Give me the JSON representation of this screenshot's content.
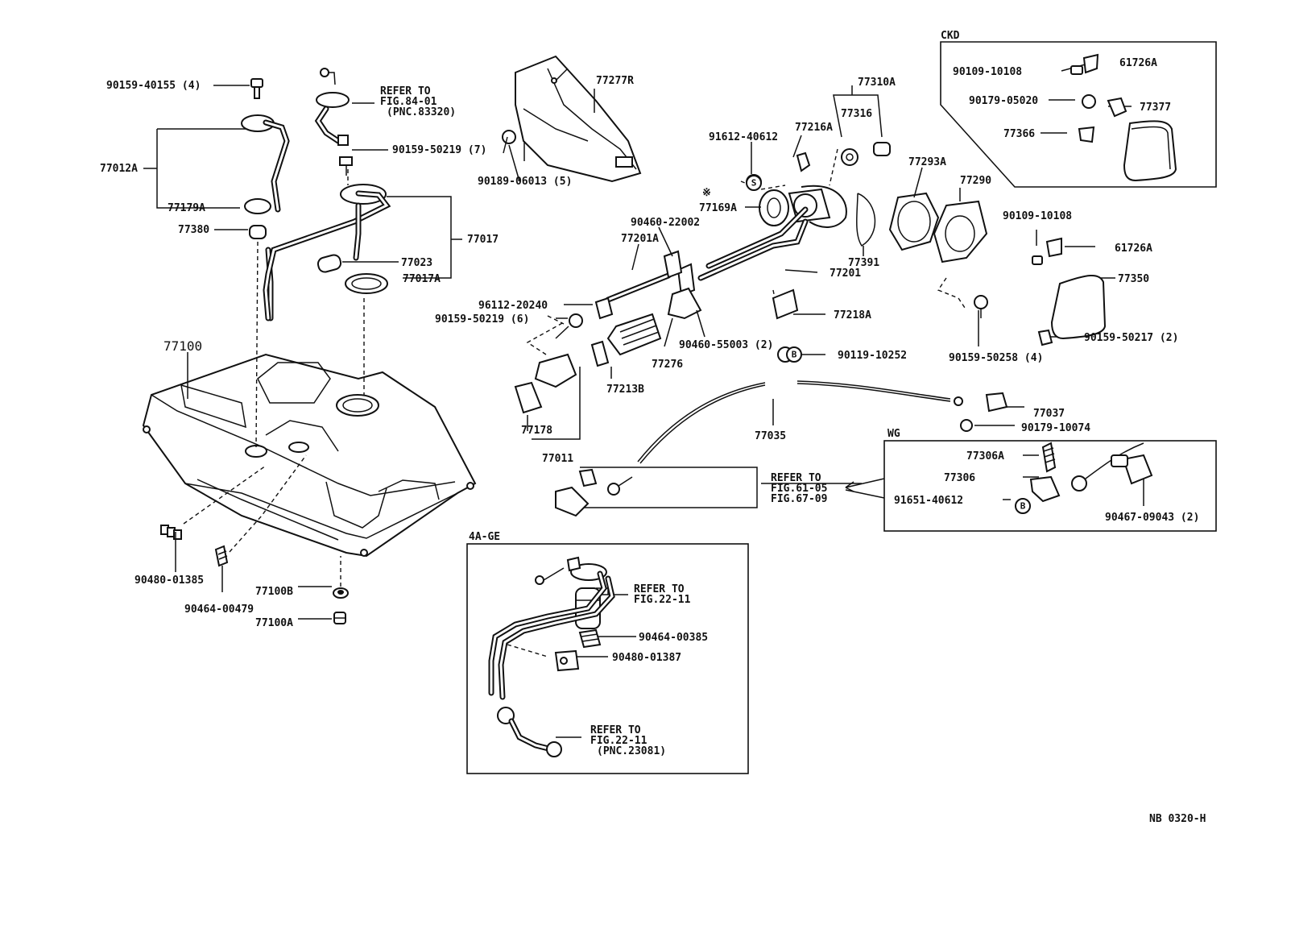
{
  "diagram_code": "NB 0320-H",
  "insets": {
    "ckd": "CKD",
    "engine": "4A-GE",
    "wg": "WG"
  },
  "symbols": {
    "s": "S",
    "b": "B",
    "note": "※"
  },
  "refs": {
    "fig_84_01": [
      "REFER TO",
      "FIG.84-01",
      "(PNC.83320)"
    ],
    "fig_22_11_a": [
      "REFER TO",
      "FIG.22-11"
    ],
    "fig_22_11_b": [
      "REFER TO",
      "FIG.22-11",
      "(PNC.23081)"
    ],
    "fig_61_05": [
      "REFER TO",
      "FIG.61-05",
      "FIG.67-09"
    ]
  },
  "labels": {
    "p90159_40155": "90159-40155 (4)",
    "p77012A": "77012A",
    "p77179A": "77179A",
    "p77380": "77380",
    "p90159_50219_7": "90159-50219 (7)",
    "p77017": "77017",
    "p77023": "77023",
    "p77017A": "77017A",
    "p77100": "77100",
    "p90480_01385": "90480-01385",
    "p90464_00479": "90464-00479",
    "p77100B": "77100B",
    "p77100A": "77100A",
    "p77277R": "77277R",
    "p90189_06013": "90189-06013 (5)",
    "p91612_40612": "91612-40612",
    "p77216A": "77216A",
    "p77310A": "77310A",
    "p77316": "77316",
    "p77169A": "77169A",
    "p90460_22002": "90460-22002",
    "p77201A": "77201A",
    "p77201": "77201",
    "p77391": "77391",
    "p77293A": "77293A",
    "p77290": "77290",
    "p96112_20240": "96112-20240",
    "p90159_50219_6": "90159-50219 (6)",
    "p90460_55003": "90460-55003 (2)",
    "p77276": "77276",
    "p77213B": "77213B",
    "p77178": "77178",
    "p77011": "77011",
    "p77218A": "77218A",
    "p90119_10252": "90119-10252",
    "p77035": "77035",
    "p77037": "77037",
    "p90179_10074": "90179-10074",
    "p90109_10108_a": "90109-10108",
    "p61726A_a": "61726A",
    "p90179_05020": "90179-05020",
    "p77377": "77377",
    "p77366": "77366",
    "p90109_10108_b": "90109-10108",
    "p61726A_b": "61726A",
    "p77350": "77350",
    "p90159_50217": "90159-50217 (2)",
    "p90159_50258": "90159-50258 (4)",
    "p77306A": "77306A",
    "p77306": "77306",
    "p91651_40612": "91651-40612",
    "p90467_09043": "90467-09043 (2)",
    "p90464_00385": "90464-00385",
    "p90480_01387": "90480-01387"
  }
}
